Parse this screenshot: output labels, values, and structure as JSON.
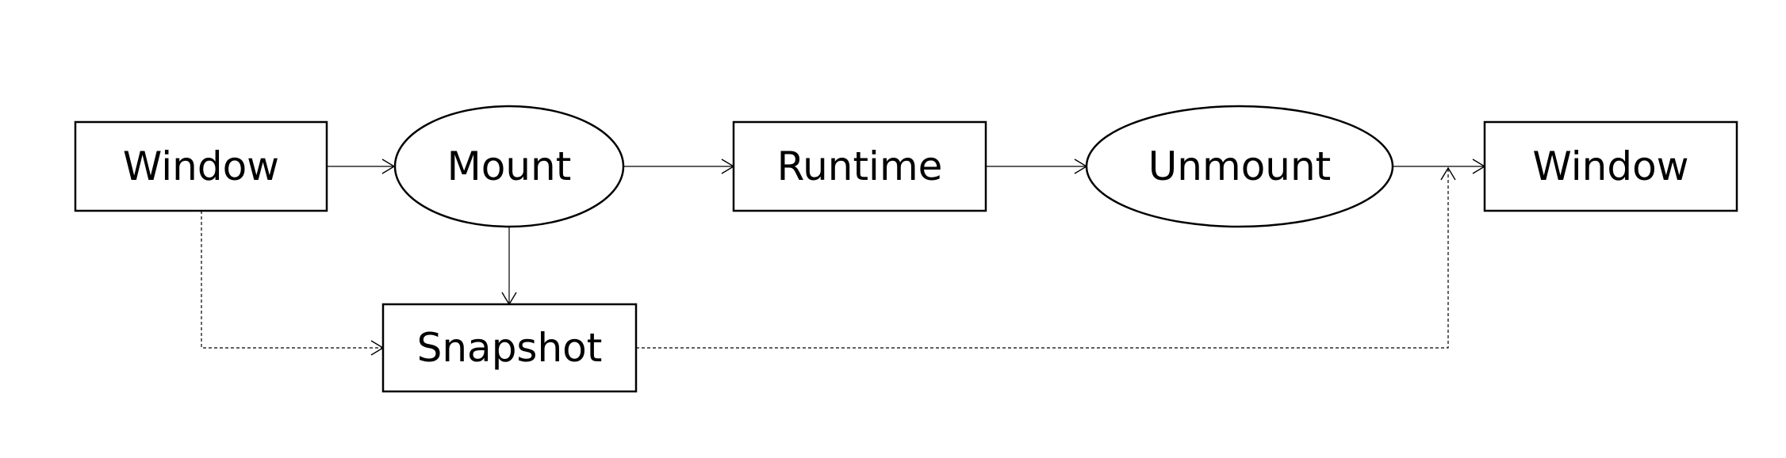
{
  "diagram": {
    "nodes": [
      {
        "id": "window-start",
        "label": "Window",
        "shape": "rectangle"
      },
      {
        "id": "mount",
        "label": "Mount",
        "shape": "ellipse"
      },
      {
        "id": "runtime",
        "label": "Runtime",
        "shape": "rectangle"
      },
      {
        "id": "unmount",
        "label": "Unmount",
        "shape": "ellipse"
      },
      {
        "id": "window-end",
        "label": "Window",
        "shape": "rectangle"
      },
      {
        "id": "snapshot",
        "label": "Snapshot",
        "shape": "rectangle"
      }
    ],
    "edges": [
      {
        "from": "window-start",
        "to": "mount",
        "style": "solid"
      },
      {
        "from": "mount",
        "to": "runtime",
        "style": "solid"
      },
      {
        "from": "runtime",
        "to": "unmount",
        "style": "solid"
      },
      {
        "from": "unmount",
        "to": "window-end",
        "style": "solid"
      },
      {
        "from": "mount",
        "to": "snapshot",
        "style": "solid"
      },
      {
        "from": "window-start",
        "to": "snapshot",
        "style": "dashed"
      },
      {
        "from": "snapshot",
        "to": "window-end",
        "style": "dashed"
      }
    ],
    "colors": {
      "stroke": "#000000",
      "fill": "#ffffff",
      "text": "#000000"
    }
  }
}
